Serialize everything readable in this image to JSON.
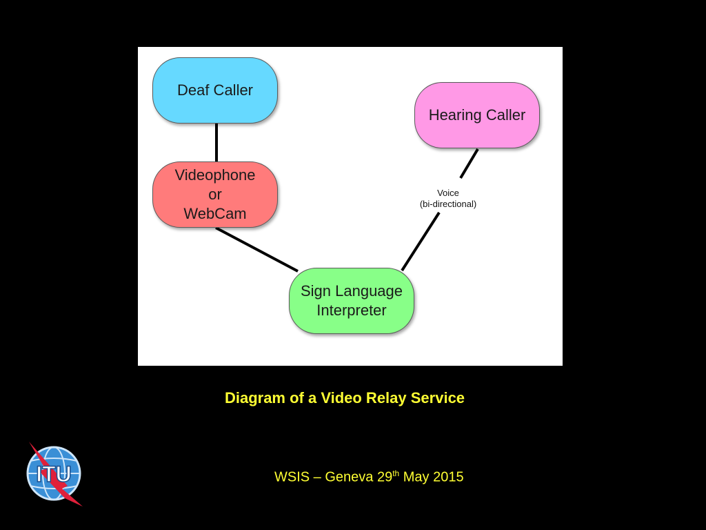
{
  "diagram": {
    "nodes": [
      {
        "id": "deaf-caller",
        "label": "Deaf Caller",
        "color": "#66d9ff"
      },
      {
        "id": "videophone",
        "label": "Videophone\nor\nWebCam",
        "color": "#ff7b7b"
      },
      {
        "id": "hearing-caller",
        "label": "Hearing Caller",
        "color": "#ff99e6"
      },
      {
        "id": "interpreter",
        "label": "Sign Language\nInterpreter",
        "color": "#88ff88"
      }
    ],
    "edges": [
      {
        "from": "Deaf Caller",
        "to": "Videophone or WebCam"
      },
      {
        "from": "Videophone or WebCam",
        "to": "Sign Language Interpreter"
      },
      {
        "from": "Sign Language Interpreter",
        "to": "Hearing Caller",
        "label": "Voice\n(bi-directional)"
      }
    ],
    "edge_label": "Voice\n(bi-directional)"
  },
  "caption": "Diagram of a Video Relay Service",
  "footer": {
    "prefix": "WSIS – Geneva 29",
    "superscript": "th",
    "suffix": " May 2015"
  },
  "logo": {
    "text": "ITU",
    "icon": "itu-globe-logo",
    "colors": {
      "globe": "#3a8fd6",
      "bolt": "#e0203a"
    }
  },
  "colors": {
    "background": "#000000",
    "caption_text": "#ffff33",
    "panel": "#ffffff"
  }
}
